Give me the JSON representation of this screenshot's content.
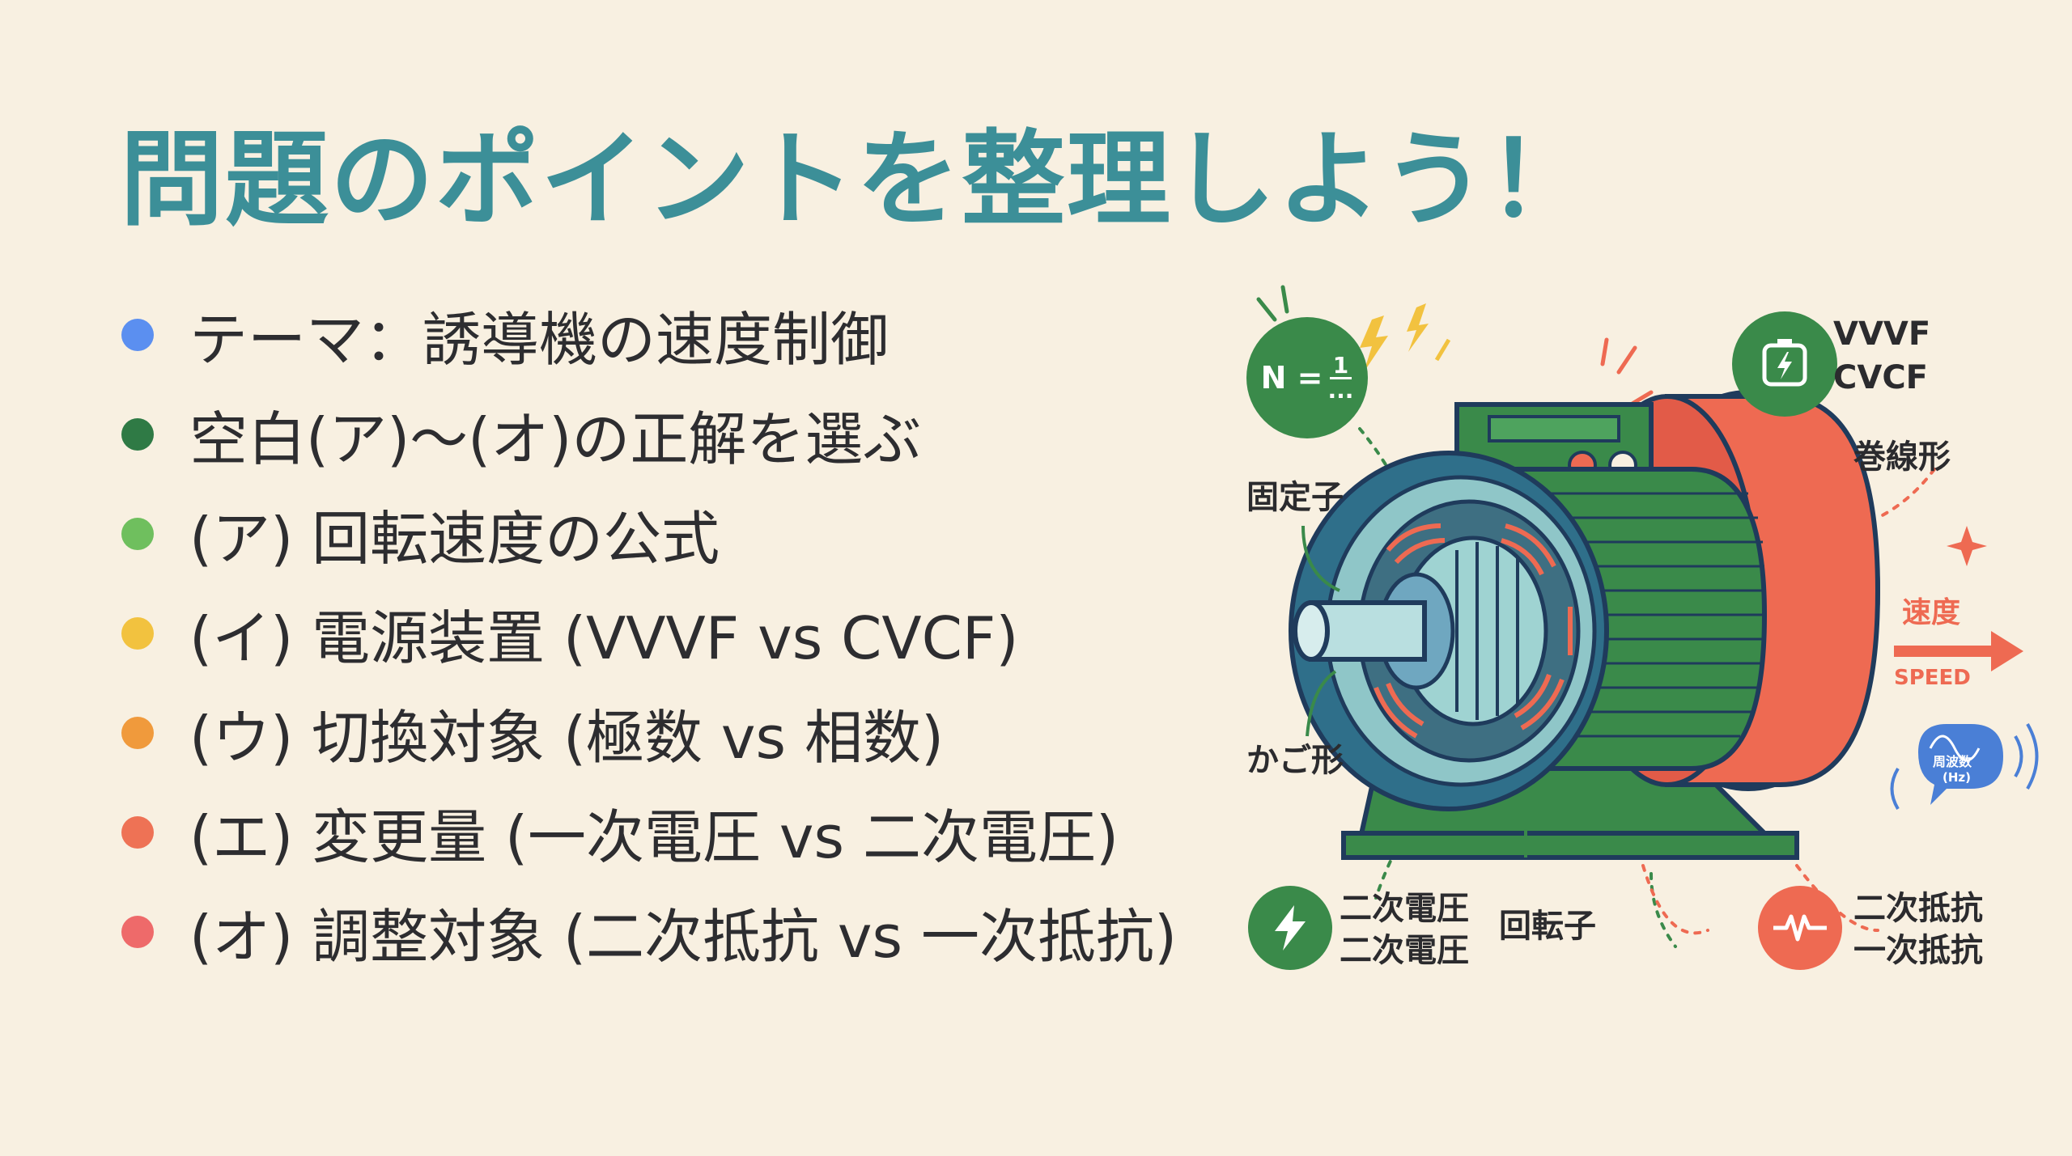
{
  "title": "問題のポイントを整理しよう！",
  "bullets": [
    {
      "text": "テーマ：誘導機の速度制御",
      "color": "#5b8ff0"
    },
    {
      "text": "空白(ア)〜(オ)の正解を選ぶ",
      "color": "#2f7a45"
    },
    {
      "text": "(ア) 回転速度の公式",
      "color": "#6fbf5e"
    },
    {
      "text": "(イ) 電源装置 (VVVF vs CVCF)",
      "color": "#f2c23f"
    },
    {
      "text": "(ウ) 切換対象 (極数 vs 相数)",
      "color": "#f09a3c"
    },
    {
      "text": "(エ) 変更量 (一次電圧 vs 二次電圧)",
      "color": "#ee7255"
    },
    {
      "text": "(オ) 調整対象 (二次抵抗 vs 一次抵抗)",
      "color": "#ee6a6a"
    }
  ],
  "illustration": {
    "formula_label": "N = 1/...",
    "formula_main": "N =",
    "formula_num": "1",
    "formula_den": "...",
    "supply_labels": [
      "VVVF",
      "CVCF"
    ],
    "stator": "固定子",
    "winding_type": "巻線形",
    "squirrel_cage": "かご形",
    "speed_jp": "速度",
    "speed_en": "SPEED",
    "frequency_jp": "周波数",
    "frequency_unit": "(Hz)",
    "voltage_labels": [
      "二次電圧",
      "二次電圧"
    ],
    "rotor": "回転子",
    "resistance_labels": [
      "二次抵抗",
      "一次抵抗"
    ]
  },
  "colors": {
    "title": "#3c8f98",
    "background": "#f8f0e1",
    "green": "#3a8a4a",
    "red": "#ee6a52",
    "blue": "#4a7fd6"
  }
}
